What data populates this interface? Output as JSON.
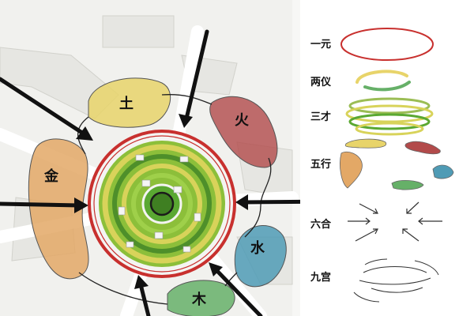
{
  "elements": {
    "earth": {
      "label": "土",
      "color": "#e8d46a"
    },
    "fire": {
      "label": "火",
      "color": "#b24a4a"
    },
    "metal": {
      "label": "金",
      "color": "#e3a866"
    },
    "water": {
      "label": "水",
      "color": "#4f9bb5"
    },
    "wood": {
      "label": "木",
      "color": "#66b068"
    }
  },
  "legend": [
    {
      "id": "yiyuan",
      "label": "一元"
    },
    {
      "id": "liangyi",
      "label": "两仪"
    },
    {
      "id": "sancai",
      "label": "三才"
    },
    {
      "id": "wuxing",
      "label": "五行"
    },
    {
      "id": "liuhe",
      "label": "六合"
    },
    {
      "id": "jiugong",
      "label": "九宫"
    }
  ],
  "colors": {
    "ring_red": "#c8302e",
    "plaza_green": "#8cbf3a",
    "plaza_yellow": "#d8d35a",
    "arrow": "#111111",
    "road": "#e9e9e9"
  }
}
